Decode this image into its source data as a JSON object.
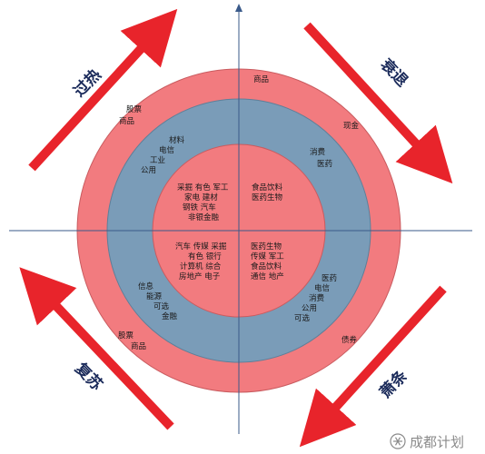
{
  "colors": {
    "outer_ring": "#f27b7f",
    "middle_ring": "#7a9cb8",
    "inner_circle": "#f27b7f",
    "arrow": "#e8242b",
    "axis": "#3a5a8a",
    "phase_text": "#1a2a5a"
  },
  "phases": {
    "overheat": "过热",
    "recession": "衰退",
    "recovery": "复苏",
    "stagflation": "萧条"
  },
  "outer": {
    "top_right_1": "商品",
    "top_right_2": "现金",
    "top_left_1": "股票",
    "top_left_2": "商品",
    "bottom_left_1": "股票",
    "bottom_left_2": "商品",
    "bottom_right_1": "债券"
  },
  "middle": {
    "top_left": [
      "材料",
      "电信",
      "工业",
      "公用"
    ],
    "top_right": [
      "消费",
      "医药"
    ],
    "bottom_left": [
      "信息",
      "能源",
      "可选",
      "金融"
    ],
    "bottom_right": [
      "医药",
      "电信",
      "消费",
      "公用",
      "可选"
    ]
  },
  "inner": {
    "top_left": [
      "采掘  有色  军工",
      "家电  建材",
      "钢铁  汽车",
      "非银金融"
    ],
    "top_right": [
      "食品饮料",
      "医药生物"
    ],
    "bottom_left": [
      "汽车  传媒  采掘",
      "有色  银行",
      "计算机  综合",
      "房地产  电子"
    ],
    "bottom_right": [
      "医药生物",
      "传媒  军工",
      "食品饮料",
      "通信  地产"
    ]
  },
  "watermark": {
    "icon": "snowflake-icon",
    "text": "成都计划"
  }
}
